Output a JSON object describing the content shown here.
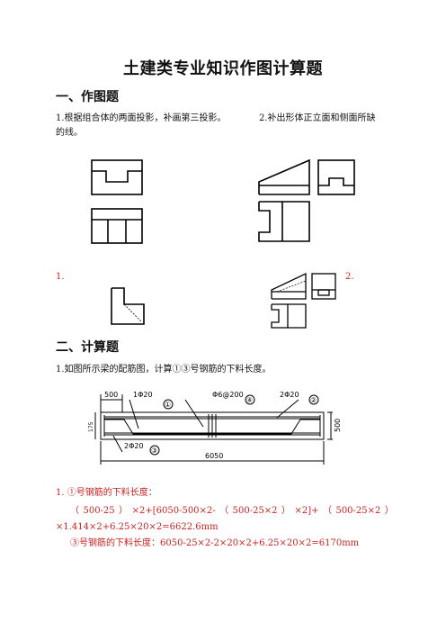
{
  "document": {
    "title": "土建类专业知识作图计算题",
    "section1_heading": "一、作图题",
    "q1_text_line1": "1.根据组合体的两面投影，补画第三投影。",
    "q1_text_line2": "的线。",
    "q2_text": "2.补出形体正立面和侧面所缺",
    "answer1_label": "1.",
    "answer2_label": "2.",
    "section2_heading": "二、计算题",
    "calc_question": "1.如图所示梁的配筋图，计算①③号钢筋的下料长度。",
    "beam_labels": {
      "dim_500_left": "500",
      "bar1": "1Φ20",
      "bar4": "Φ6@200",
      "bar2": "2Φ20",
      "bar3": "2Φ20",
      "circle1": "①",
      "circle4": "④",
      "circle2": "②",
      "circle3": "③",
      "dim_500_right": "500",
      "dim_6050": "6050",
      "dim_small": "175"
    },
    "answer_line1": "1. ①号钢筋的下料长度：",
    "answer_line2_parts": [
      "（",
      "500-25",
      "）",
      "×2+[6050-500×2-",
      "（",
      "500-25×2",
      "）",
      "×2]+",
      "（",
      "500-25×2",
      "）"
    ],
    "answer_line3": "×1.414×2+6.25×20×2=6622.6mm",
    "answer_line4": "③号钢筋的下料长度：6050-25×2-2×20×2+6.25×20×2=6170mm"
  },
  "colors": {
    "answer": "#cc1f1f",
    "text": "#111111"
  }
}
